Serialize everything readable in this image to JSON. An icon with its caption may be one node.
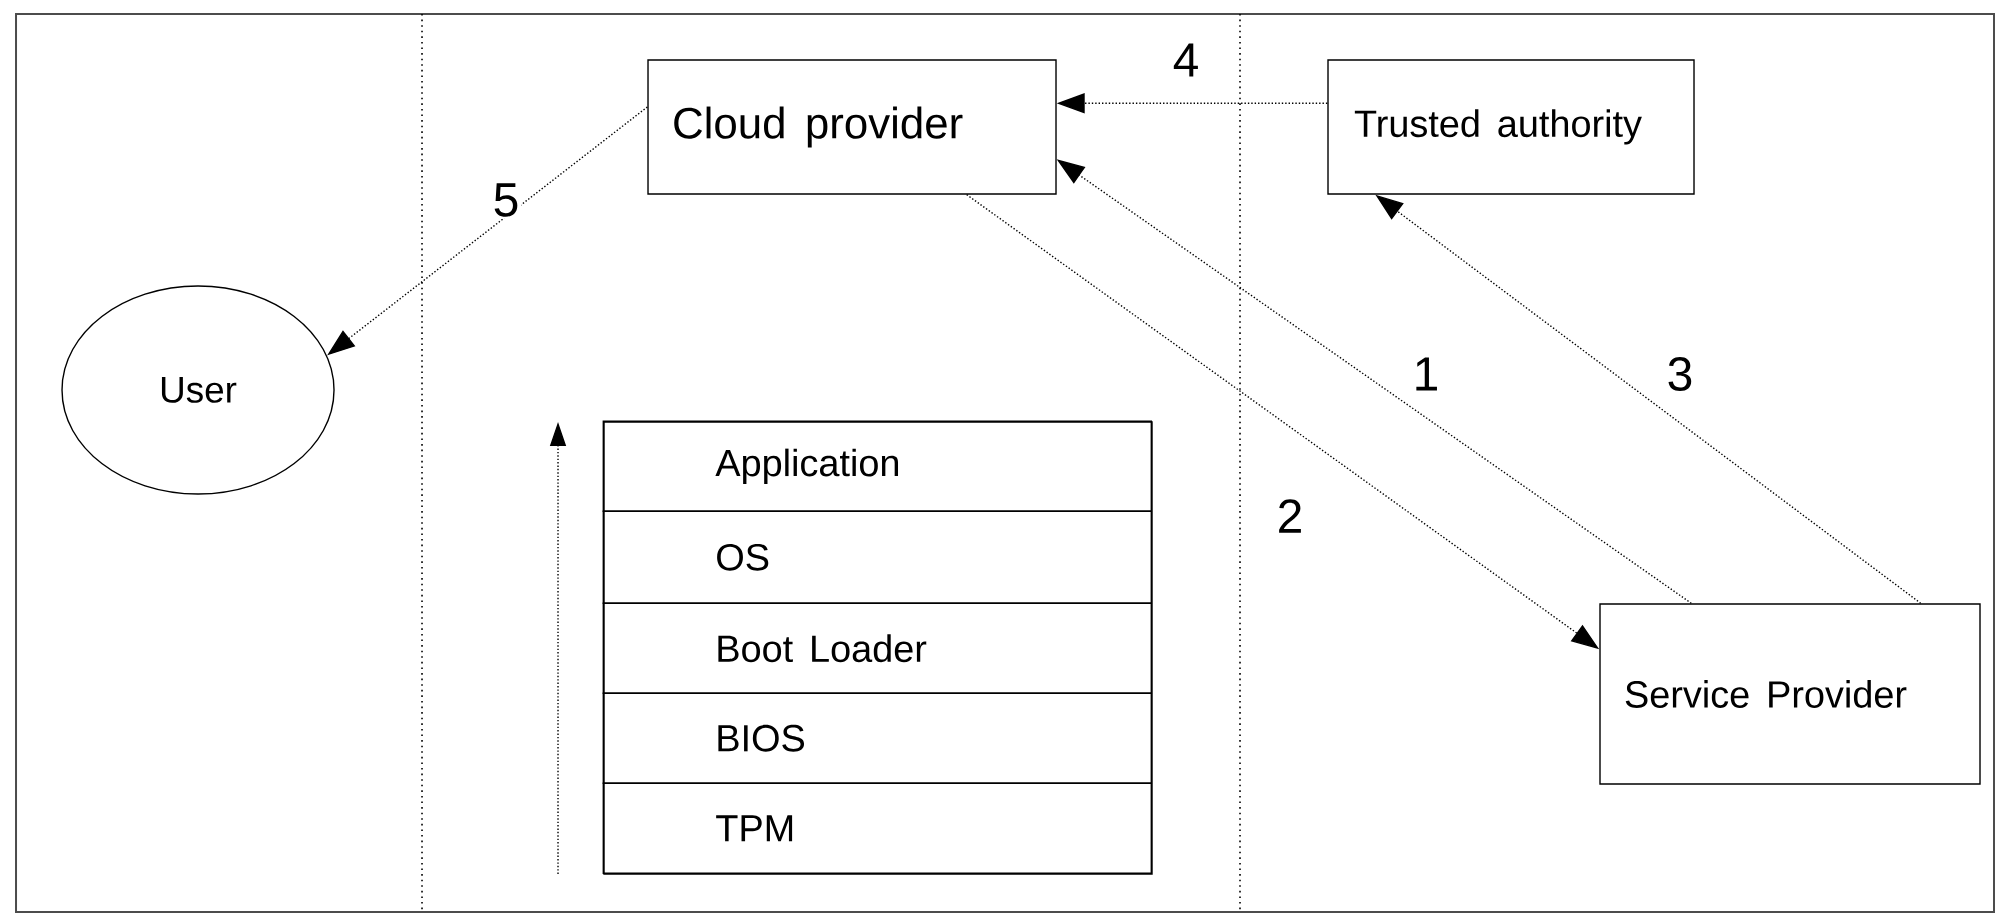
{
  "diagram": {
    "nodes": [
      {
        "text": [
          "Cloud provider"
        ]
      },
      {
        "text": [
          "Trusted authority"
        ]
      },
      {
        "text": [
          "User"
        ]
      },
      {
        "text": [],
        "shape": "box"
      },
      {
        "text": [
          "Application"
        ],
        "in": 3
      },
      {
        "text": [
          "OS"
        ],
        "in": 3
      },
      {
        "text": [
          "Boot Loader"
        ],
        "in": 3
      },
      {
        "text": [
          "BIOS"
        ],
        "in": 3
      },
      {
        "text": [
          "TPM"
        ],
        "in": 3
      },
      {
        "text": [
          "Service Provider"
        ]
      }
    ],
    "edges": [
      {
        "from": 9,
        "to": 0,
        "arrow": "to",
        "label": "1"
      },
      {
        "from": 0,
        "to": 9,
        "arrow": "to",
        "label": "2"
      },
      {
        "from": 9,
        "to": 1,
        "arrow": "to",
        "label": "3"
      },
      {
        "from": 1,
        "to": 0,
        "arrow": "to",
        "label": "4"
      },
      {
        "from": 0,
        "to": 2,
        "arrow": "to",
        "label": "5"
      }
    ]
  }
}
